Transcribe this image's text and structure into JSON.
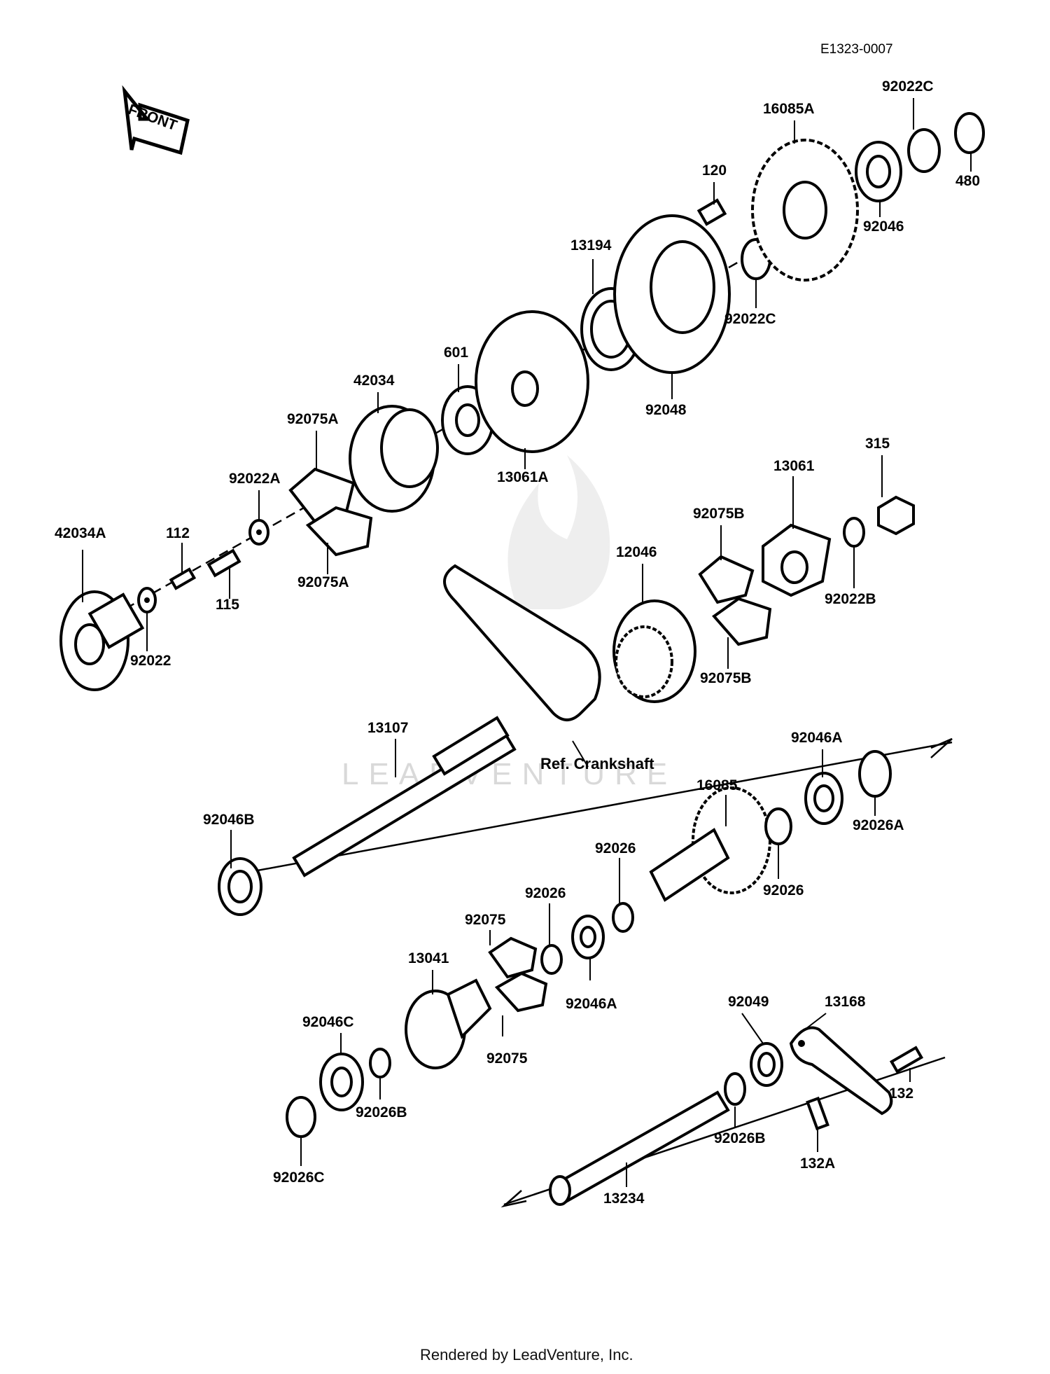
{
  "diagram_code": "E1323-0007",
  "front_label": "FRONT",
  "ref_crankshaft": "Ref. Crankshaft",
  "footer": "Rendered by LeadVenture, Inc.",
  "labels": [
    "42034A",
    "92022",
    "112",
    "115",
    "92022A",
    "92075A",
    "92075A",
    "42034",
    "601",
    "13061A",
    "13194",
    "92048",
    "120",
    "92022C",
    "16085A",
    "92046",
    "92022C",
    "480",
    "12046",
    "92075B",
    "92075B",
    "13061",
    "92022B",
    "315",
    "13107",
    "92046B",
    "16085",
    "92026",
    "92046A",
    "92026A",
    "92026",
    "92026",
    "92075",
    "92046A",
    "92075",
    "13041",
    "92046C",
    "92026B",
    "92026C",
    "92049",
    "13168",
    "132",
    "92026B",
    "132A",
    "13234"
  ]
}
